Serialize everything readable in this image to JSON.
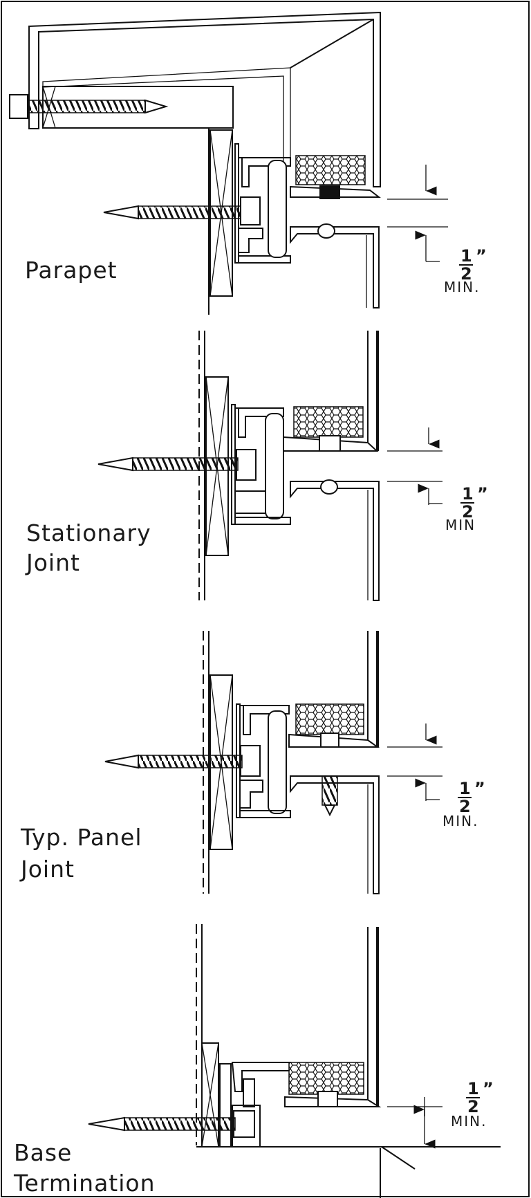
{
  "sections": [
    {
      "id": "parapet",
      "label_lines": [
        "Parapet"
      ],
      "dim_fraction_num": "1",
      "dim_fraction_den": "2",
      "dim_inch": "”",
      "dim_min": "MIN."
    },
    {
      "id": "stationary-joint",
      "label_lines": [
        "Stationary",
        "Joint"
      ],
      "dim_fraction_num": "1",
      "dim_fraction_den": "2",
      "dim_inch": "”",
      "dim_min": "MIN"
    },
    {
      "id": "typ-panel-joint",
      "label_lines": [
        "Typ.  Panel",
        "Joint"
      ],
      "dim_fraction_num": "1",
      "dim_fraction_den": "2",
      "dim_inch": "”",
      "dim_min": "MIN."
    },
    {
      "id": "base-termination",
      "label_lines": [
        "Base",
        "Termination"
      ],
      "dim_fraction_num": "1",
      "dim_fraction_den": "2",
      "dim_inch": "”",
      "dim_min": "MIN."
    }
  ],
  "colors": {
    "ink": "#111111",
    "background": "#ffffff"
  }
}
